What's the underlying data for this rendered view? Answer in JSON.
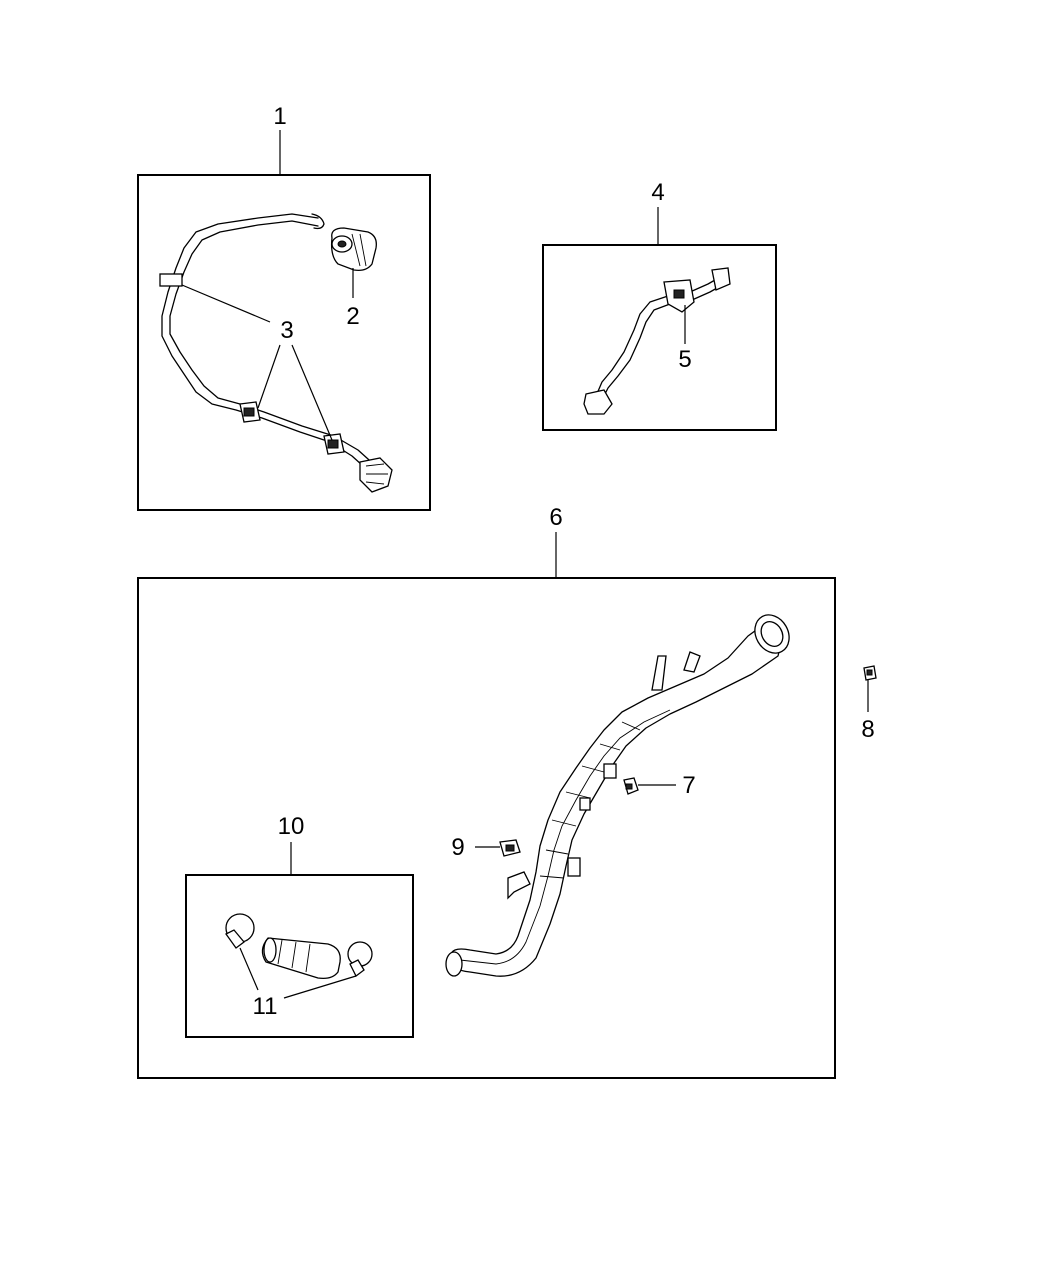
{
  "callouts": {
    "c1": "1",
    "c2": "2",
    "c3": "3",
    "c4": "4",
    "c5": "5",
    "c6": "6",
    "c7": "7",
    "c8": "8",
    "c9": "9",
    "c10": "10",
    "c11": "11"
  },
  "icons": [
    "vent-tube-icon",
    "check-valve-icon",
    "pipe-clip-icon",
    "vapor-line-icon",
    "filler-neck-icon",
    "fastener-icon",
    "hose-clamp-icon",
    "connector-hose-icon"
  ]
}
